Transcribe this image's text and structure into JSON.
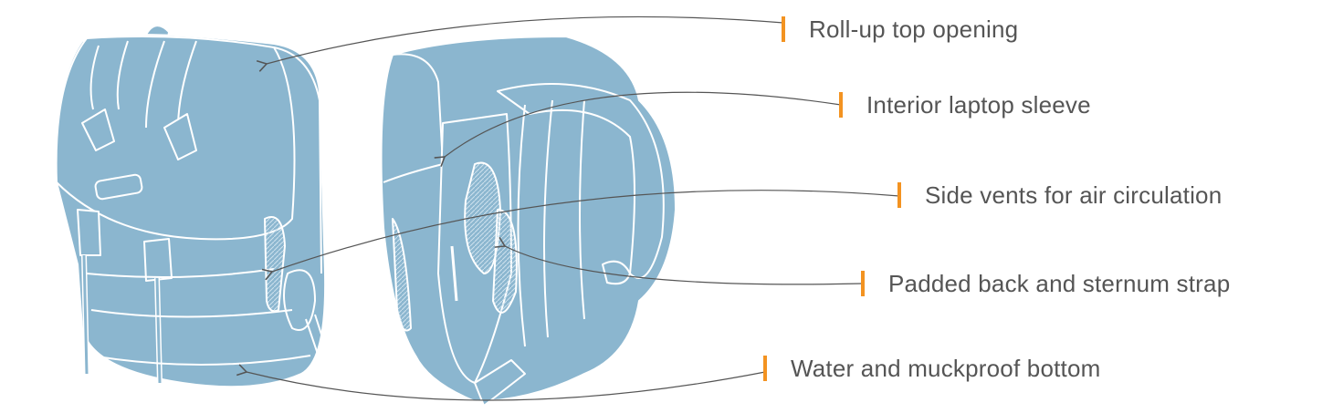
{
  "colors": {
    "bag_fill": "#8bb6cf",
    "bag_line": "#ffffff",
    "accent": "#f39321",
    "text": "#555555",
    "leader": "#555555"
  },
  "callouts": [
    {
      "label": "Roll-up top opening"
    },
    {
      "label": "Interior laptop sleeve"
    },
    {
      "label": "Side vents for air circulation"
    },
    {
      "label": "Padded back and sternum strap"
    },
    {
      "label": "Water and muckproof bottom"
    }
  ]
}
